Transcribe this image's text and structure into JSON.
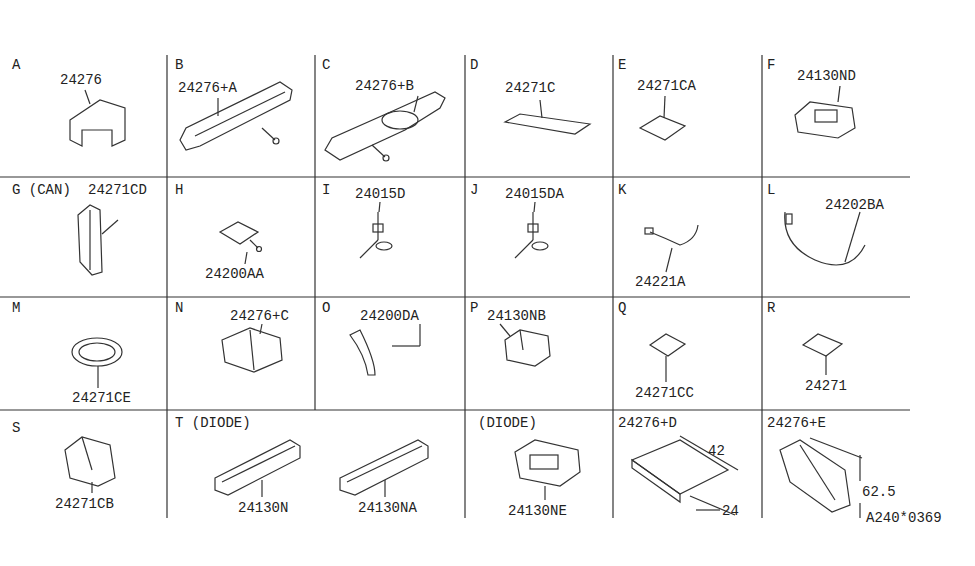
{
  "diagram": {
    "labels": [
      "A",
      "24276",
      "B",
      "24276+A",
      "C",
      "24276+B",
      "D",
      "24271C",
      "E",
      "24271CA",
      "F",
      "24130ND",
      "G (CAN)",
      "24271CD",
      "H",
      "24200AA",
      "I",
      "24015D",
      "J",
      "24015DA",
      "K",
      "24221A",
      "L",
      "24202BA",
      "M",
      "24271CE",
      "N",
      "24276+C",
      "O",
      "24200DA",
      "P",
      "24130NB",
      "Q",
      "24271CC",
      "R",
      "24271",
      "S",
      "24271CB",
      "T (DIODE)",
      "24130N",
      "24130NA",
      "(DIODE)",
      "24130NE",
      "24276+D",
      "42",
      "24",
      "24276+E",
      "62.5",
      "A240*0369"
    ]
  }
}
